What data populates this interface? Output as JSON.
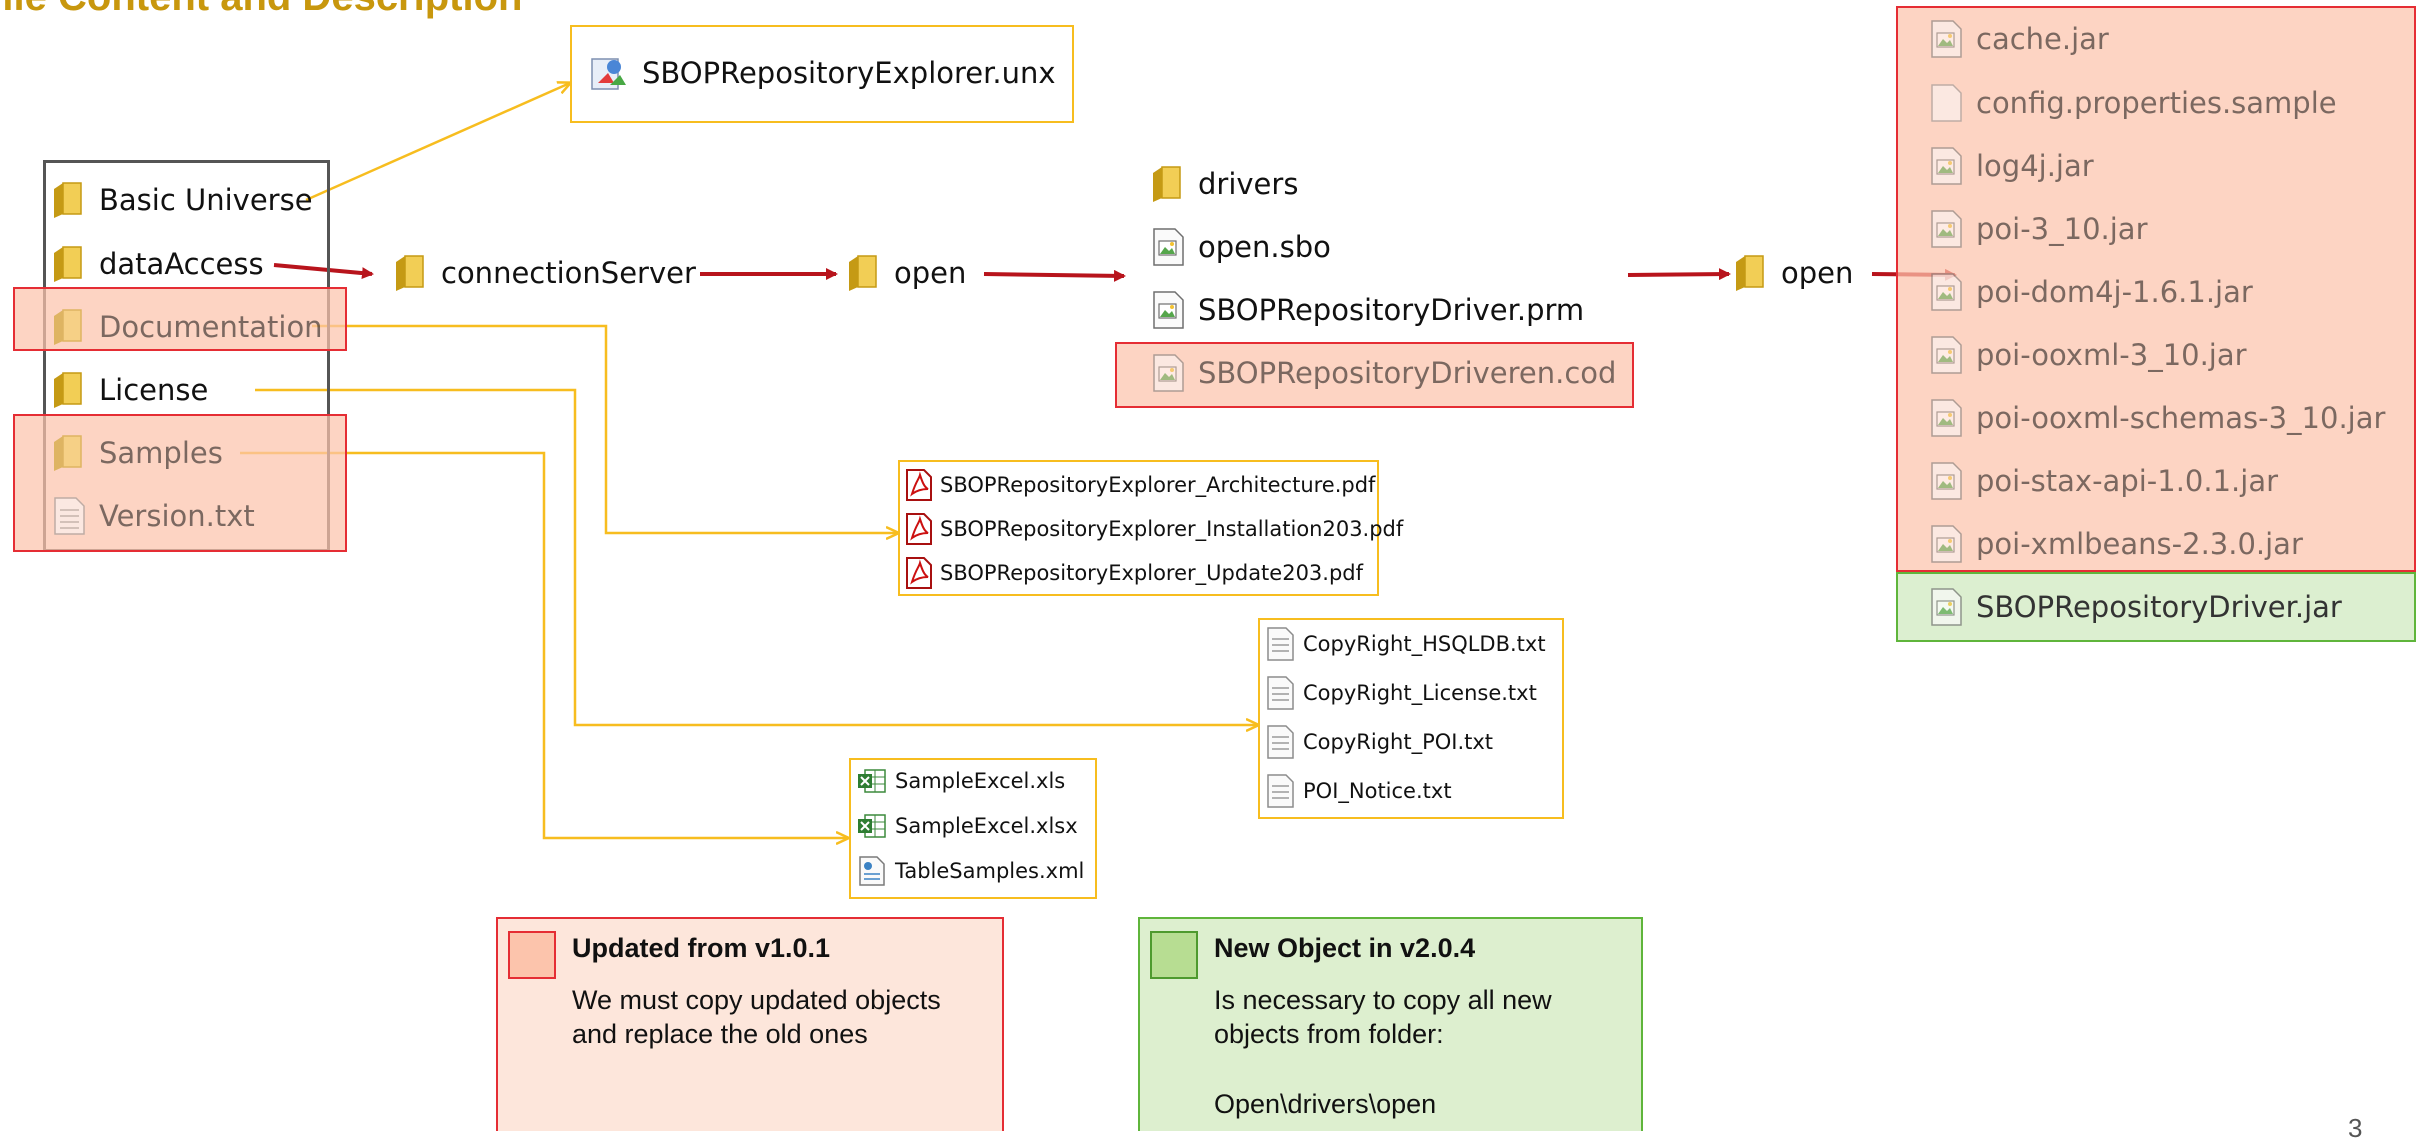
{
  "title": "File Content and Description",
  "root_items": {
    "basic_universe": "Basic Universe",
    "data_access": "dataAccess",
    "documentation": "Documentation",
    "license": "License",
    "samples": "Samples",
    "version": "Version.txt"
  },
  "universe_file": "SBOPRepositoryExplorer.unx",
  "chain": {
    "connection_server": "connectionServer",
    "open_1": "open",
    "open_2": "open"
  },
  "driver_items": [
    "drivers",
    "open.sbo",
    "SBOPRepositoryDriver.prm",
    "SBOPRepositoryDriveren.cod"
  ],
  "pdf_files": [
    "SBOPRepositoryExplorer_Architecture.pdf",
    "SBOPRepositoryExplorer_Installation203.pdf",
    "SBOPRepositoryExplorer_Update203.pdf"
  ],
  "license_files": [
    "CopyRight_HSQLDB.txt",
    "CopyRight_License.txt",
    "CopyRight_POI.txt",
    "POI_Notice.txt"
  ],
  "sample_files": [
    "SampleExcel.xls",
    "SampleExcel.xlsx",
    "TableSamples.xml"
  ],
  "jar_files": [
    "cache.jar",
    "config.properties.sample",
    "log4j.jar",
    "poi-3_10.jar",
    "poi-dom4j-1.6.1.jar",
    "poi-ooxml-3_10.jar",
    "poi-ooxml-schemas-3_10.jar",
    "poi-stax-api-1.0.1.jar",
    "poi-xmlbeans-2.3.0.jar"
  ],
  "new_jar": "SBOPRepositoryDriver.jar",
  "legend": {
    "updated": {
      "heading": "Updated from v1.0.1",
      "line1": "We must copy updated objects",
      "line2": "and replace the old ones",
      "color": "#e52d34"
    },
    "new": {
      "heading": "New Object in v2.0.4",
      "line1": "Is necessary to copy all new",
      "line2": "objects from folder:",
      "path": "Open\\drivers\\open",
      "color": "#5fb53b"
    }
  },
  "page_number": "3",
  "colors": {
    "title": "#c8970d",
    "yellow_connector": "#f7bd1f",
    "red_arrow": "#b8141c",
    "updated_fill": "#fcc4ac",
    "new_fill": "#dcefd0"
  },
  "icons": {
    "folder": "folder-icon",
    "text": "text-file-icon",
    "pdf": "pdf-icon",
    "excel": "excel-icon",
    "xml": "xml-icon",
    "jar": "jar-icon",
    "image_doc": "image-document-icon",
    "universe": "universe-icon"
  }
}
